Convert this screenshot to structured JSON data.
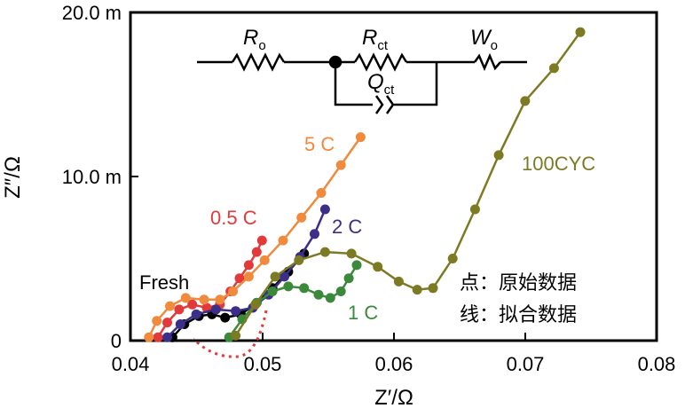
{
  "chart_data": {
    "type": "scatter",
    "xlabel": "Z′/Ω",
    "ylabel": "Z″/Ω",
    "xlim": [
      0.04,
      0.08
    ],
    "ylim": [
      0,
      20
    ],
    "x_ticks": [
      "0.04",
      "0.05",
      "0.06",
      "0.07",
      "0.08"
    ],
    "y_ticks": [
      "0",
      "10.0 m",
      "20.0 m"
    ],
    "y_tick_values": [
      0,
      10,
      20
    ],
    "y_unit_note": "m = milli-ohm",
    "grid": false,
    "legend_text": [
      "点：原始数据",
      "线：拟合数据"
    ],
    "circuit": {
      "labels": [
        "Ro",
        "Rct",
        "Qct",
        "Wo"
      ]
    },
    "series": [
      {
        "name": "Fresh",
        "color": "#000000",
        "x": [
          0.0432,
          0.0441,
          0.0452,
          0.0462,
          0.0472,
          0.0484,
          0.0496,
          0.0508,
          0.052,
          0.0532
        ],
        "y": [
          0.2,
          1.0,
          1.5,
          1.6,
          1.4,
          1.6,
          2.3,
          3.2,
          4.2,
          5.3
        ]
      },
      {
        "name": "0.5 C",
        "color": "#e23a3a",
        "x": [
          0.0421,
          0.0428,
          0.0437,
          0.0447,
          0.0458,
          0.0468,
          0.0476,
          0.0483,
          0.049,
          0.0496,
          0.05
        ],
        "y": [
          0.2,
          1.1,
          1.9,
          2.2,
          2.0,
          2.2,
          3.0,
          3.8,
          4.6,
          5.4,
          6.1
        ]
      },
      {
        "name": "5 C",
        "color": "#f08a3c",
        "x": [
          0.0414,
          0.042,
          0.043,
          0.0442,
          0.0456,
          0.0468,
          0.0478,
          0.049,
          0.0502,
          0.0516,
          0.053,
          0.0545,
          0.056,
          0.0575
        ],
        "y": [
          0.2,
          1.2,
          2.1,
          2.6,
          2.5,
          2.5,
          3.0,
          3.9,
          4.9,
          6.1,
          7.5,
          9.0,
          10.7,
          12.4
        ]
      },
      {
        "name": "2 C",
        "color": "#3b2f8a",
        "x": [
          0.0428,
          0.0438,
          0.045,
          0.0465,
          0.048,
          0.0493,
          0.0505,
          0.0517,
          0.0529,
          0.054,
          0.0548
        ],
        "y": [
          0.2,
          1.0,
          1.6,
          1.9,
          1.8,
          2.0,
          2.8,
          3.9,
          5.1,
          6.5,
          8.0
        ]
      },
      {
        "name": "1 C",
        "color": "#3b8a3b",
        "x": [
          0.0475,
          0.0485,
          0.0496,
          0.0508,
          0.052,
          0.0532,
          0.0543,
          0.0552,
          0.056,
          0.0566,
          0.0572
        ],
        "y": [
          0.2,
          1.3,
          2.3,
          3.0,
          3.3,
          3.2,
          2.8,
          2.6,
          3.0,
          3.8,
          4.6
        ]
      },
      {
        "name": "100CYC",
        "color": "#7d7a24",
        "x": [
          0.048,
          0.0495,
          0.051,
          0.0528,
          0.0548,
          0.0568,
          0.0588,
          0.0604,
          0.0618,
          0.063,
          0.0645,
          0.0662,
          0.068,
          0.07,
          0.0722,
          0.0742
        ],
        "y": [
          0.3,
          2.2,
          3.9,
          4.9,
          5.4,
          5.3,
          4.5,
          3.6,
          3.1,
          3.2,
          5.0,
          8.0,
          11.3,
          14.6,
          16.6,
          18.8
        ]
      }
    ]
  }
}
